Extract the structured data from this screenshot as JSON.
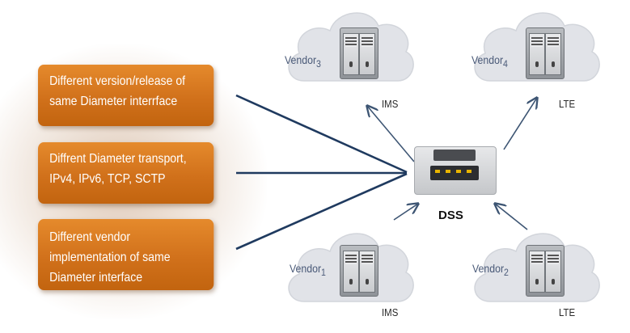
{
  "boxes": [
    {
      "lines": [
        "Different version/release of",
        "same Diameter interrface"
      ]
    },
    {
      "lines": [
        "Diffrent Diameter transport,",
        "IPv4, IPv6, TCP, SCTP"
      ]
    },
    {
      "lines": [
        "Different vendor",
        "implementation of same",
        "Diameter interface"
      ]
    }
  ],
  "center": {
    "label": "DSS"
  },
  "vendors": {
    "v3": {
      "name": "Vendor",
      "num": "3",
      "type": "IMS"
    },
    "v4": {
      "name": "Vendor",
      "num": "4",
      "type": "LTE"
    },
    "v1": {
      "name": "Vendor",
      "num": "1",
      "type": "IMS"
    },
    "v2": {
      "name": "Vendor",
      "num": "2",
      "type": "LTE"
    }
  },
  "colors": {
    "box": "#d1711b",
    "line": "#1f3a5f",
    "arrow": "#3d5573",
    "cloud": "#e1e3e8"
  }
}
